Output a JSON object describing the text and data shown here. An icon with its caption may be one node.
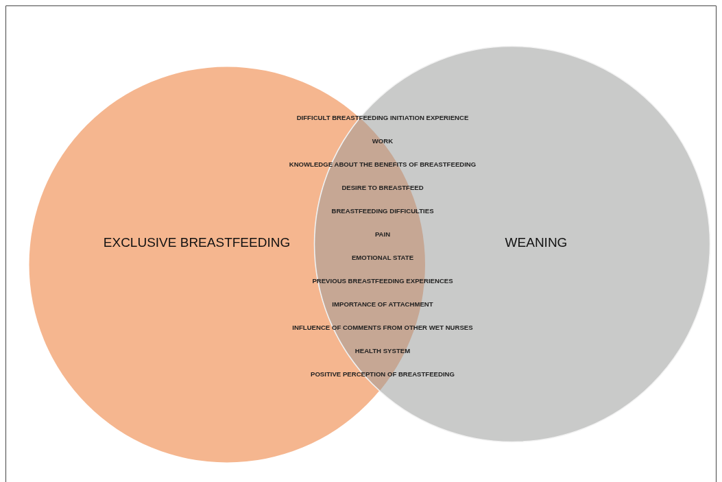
{
  "diagram": {
    "nodes": [
      {
        "text": [
          "EXCLUSIVE BREASTFEEDING"
        ]
      },
      {
        "text": [
          "WEANING"
        ]
      }
    ],
    "labels": [
      "DIFFICULT BREASTFEEDING INITIATION EXPERIENCE",
      "WORK",
      "KNOWLEDGE ABOUT THE BENEFITS OF BREASTFEEDING",
      "DESIRE TO BREASTFEED",
      "BREASTFEEDING DIFFICULTIES",
      "PAIN",
      "EMOTIONAL STATE",
      "PREVIOUS BREASTFEEDING EXPERIENCES",
      "IMPORTANCE OF ATTACHMENT",
      "INFLUENCE OF COMMENTS FROM OTHER WET NURSES",
      "HEALTH SYSTEM",
      "POSITIVE PERCEPTION OF BREASTFEEDING"
    ]
  }
}
